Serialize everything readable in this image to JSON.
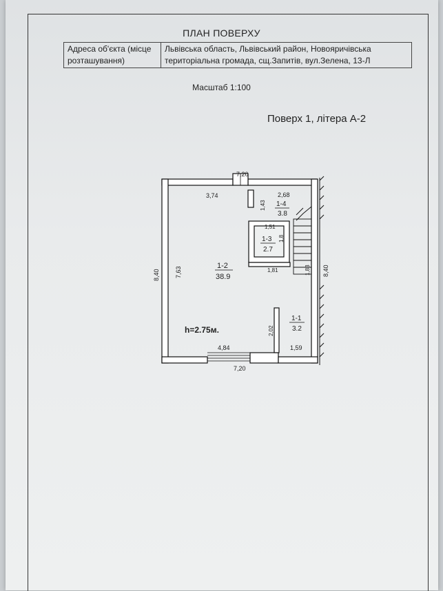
{
  "header": {
    "title": "ПЛАН ПОВЕРХУ",
    "address_label": "Адреса об'єкта (місце розташування)",
    "address_value": "Львівська область, Львівський район, Новояричівська територіальна громада, сщ.Запитів, вул.Зелена, 13-Л",
    "scale": "Масштаб 1:100",
    "floor_label": "Поверх 1, літера А-2"
  },
  "plan": {
    "rooms": [
      {
        "id": "1-1",
        "area": "3.2"
      },
      {
        "id": "1-2",
        "area": "38.9"
      },
      {
        "id": "1-3",
        "area": "2.7"
      },
      {
        "id": "1-4",
        "area": "3.8"
      }
    ],
    "height_label": "h=2.75м.",
    "dimensions": {
      "top_overall": "7,20",
      "bottom_overall": "7,20",
      "left_overall": "8,40",
      "right_overall": "8,40",
      "room2_width_top": "3,74",
      "room2_height": "7,63",
      "room2_width_bottom": "4,84",
      "room4_width": "2,68",
      "room4_depth": "1,43",
      "room3_width_top": "1,51",
      "room3_height": "1,8",
      "room3_width_bottom": "1,81",
      "room1_depth": "2,02",
      "room1_width": "1,59",
      "stair_height": "1,83"
    },
    "colors": {
      "wall": "#ffffff",
      "wall_line": "#111111",
      "room_id": "#b0302a",
      "text": "#222222"
    }
  }
}
